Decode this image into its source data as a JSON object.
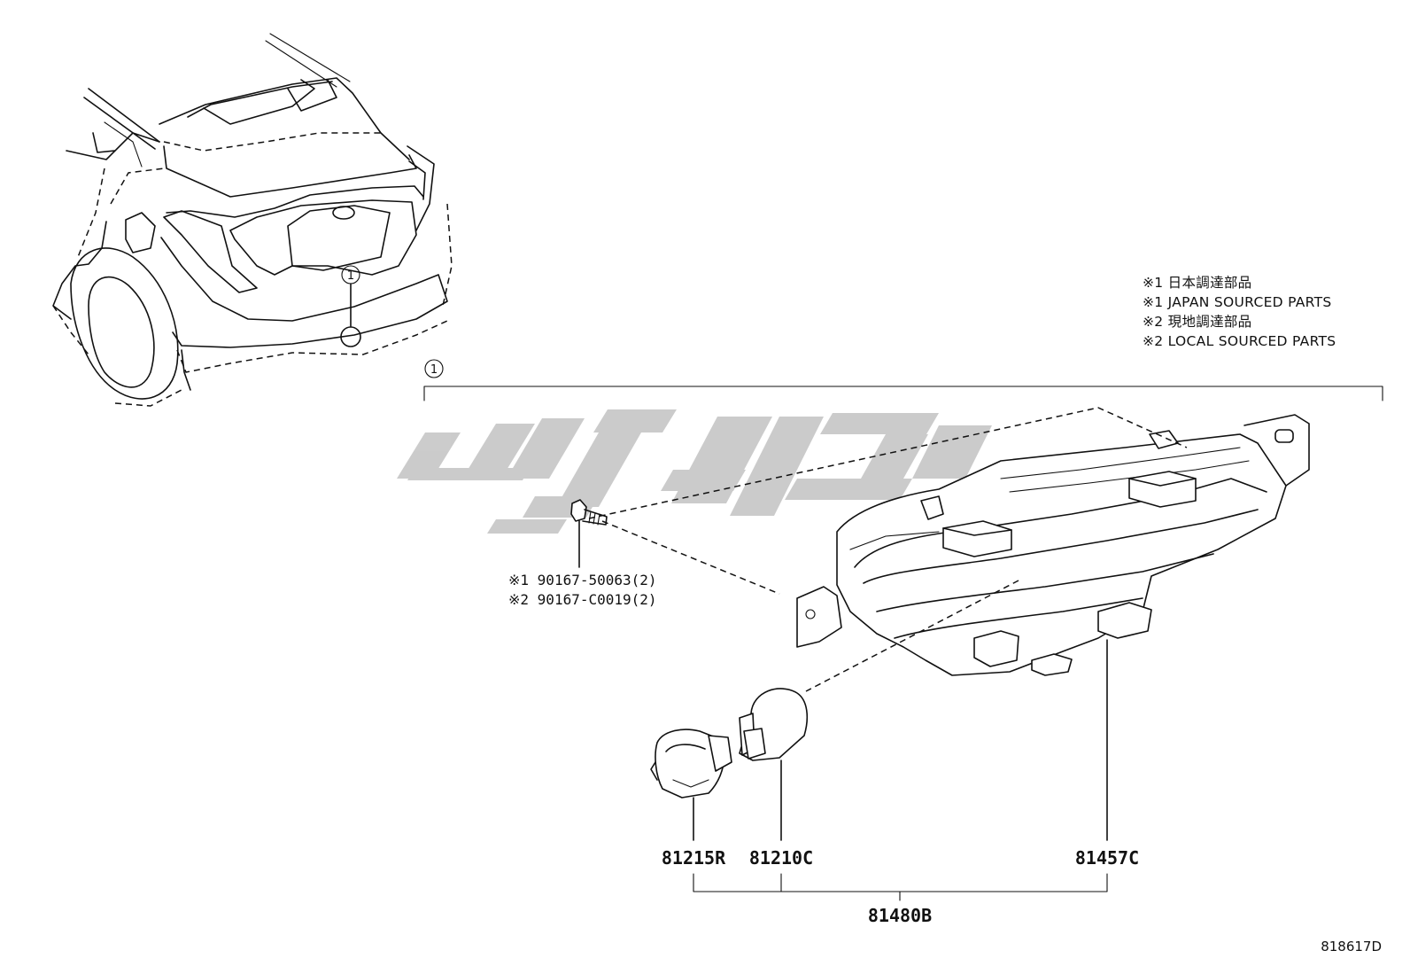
{
  "callout_ref": "1",
  "notes": [
    "※1 日本調達部品",
    "※1 JAPAN SOURCED PARTS",
    "※2 現地調達部品",
    "※2 LOCAL SOURCED PARTS"
  ],
  "fasteners": [
    "※1 90167-50063(2)",
    "※2 90167-C0019(2)"
  ],
  "parts": {
    "socket": "81215R",
    "bulb": "81210C",
    "lens_housing": "81457C",
    "assembly": "81480B"
  },
  "diagram_id": "818617D"
}
